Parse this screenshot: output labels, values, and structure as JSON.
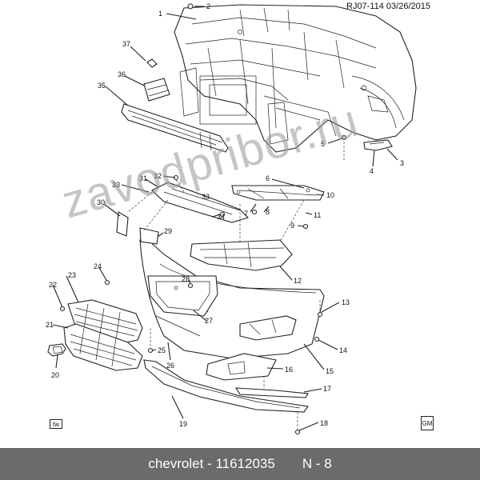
{
  "header": {
    "diagram_code": "RJ07-114  03/26/2015"
  },
  "watermark": "zavodpribor.ru",
  "footer": {
    "brand": "chevrolet",
    "separator": "-",
    "part_number": "11612035",
    "diagram_ref": "N - 8"
  },
  "badges": {
    "left": "tw",
    "right": "GM"
  },
  "callouts": [
    "1",
    "2",
    "3",
    "4",
    "5",
    "6",
    "7",
    "8",
    "9",
    "10",
    "11",
    "12",
    "13",
    "14",
    "15",
    "16",
    "17",
    "18",
    "19",
    "20",
    "21",
    "22",
    "23",
    "24",
    "25",
    "26",
    "27",
    "28",
    "29",
    "30",
    "31",
    "32",
    "33",
    "34",
    "35",
    "36",
    "37"
  ],
  "colors": {
    "footer_bg": "#6b6b6b",
    "footer_text": "#ffffff",
    "line": "#222222",
    "watermark": "#969696"
  }
}
